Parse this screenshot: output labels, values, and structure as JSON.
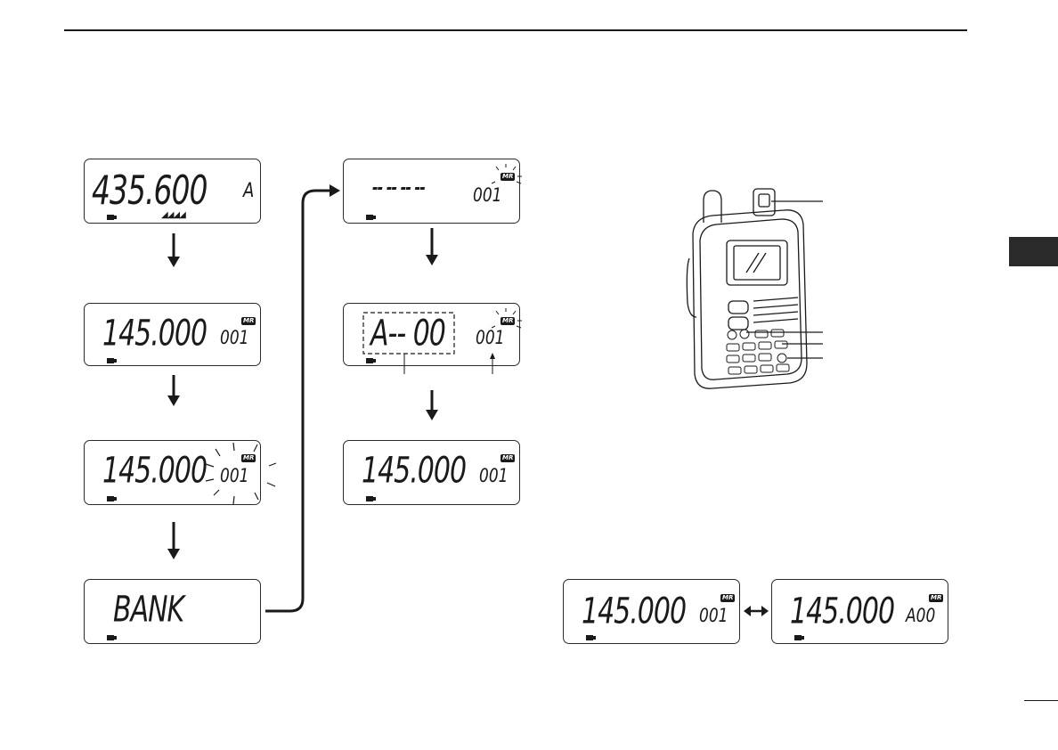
{
  "displays": {
    "d1": {
      "freq": "435.600",
      "ch": "A",
      "s_meter": "◢◢◢◢"
    },
    "d2": {
      "freq": "145.000",
      "ch": "001",
      "badge": "MR"
    },
    "d3": {
      "freq": "145.000",
      "ch": "001",
      "badge": "MR"
    },
    "d4": {
      "freq": "BANK",
      "ch": ""
    },
    "d5": {
      "freq": "-- -- -- --",
      "ch": "001",
      "badge": "MR"
    },
    "d6": {
      "freq": "A-- 00",
      "ch": "001",
      "badge": "MR"
    },
    "d7": {
      "freq": "145.000",
      "ch": "001",
      "badge": "MR"
    },
    "d8": {
      "freq": "145.000",
      "ch": "001",
      "badge": "MR"
    },
    "d9": {
      "freq": "145.000",
      "ch": "A00",
      "badge": "MR"
    }
  },
  "colors": {
    "ink": "#1a1a1a",
    "paper": "#ffffff"
  }
}
